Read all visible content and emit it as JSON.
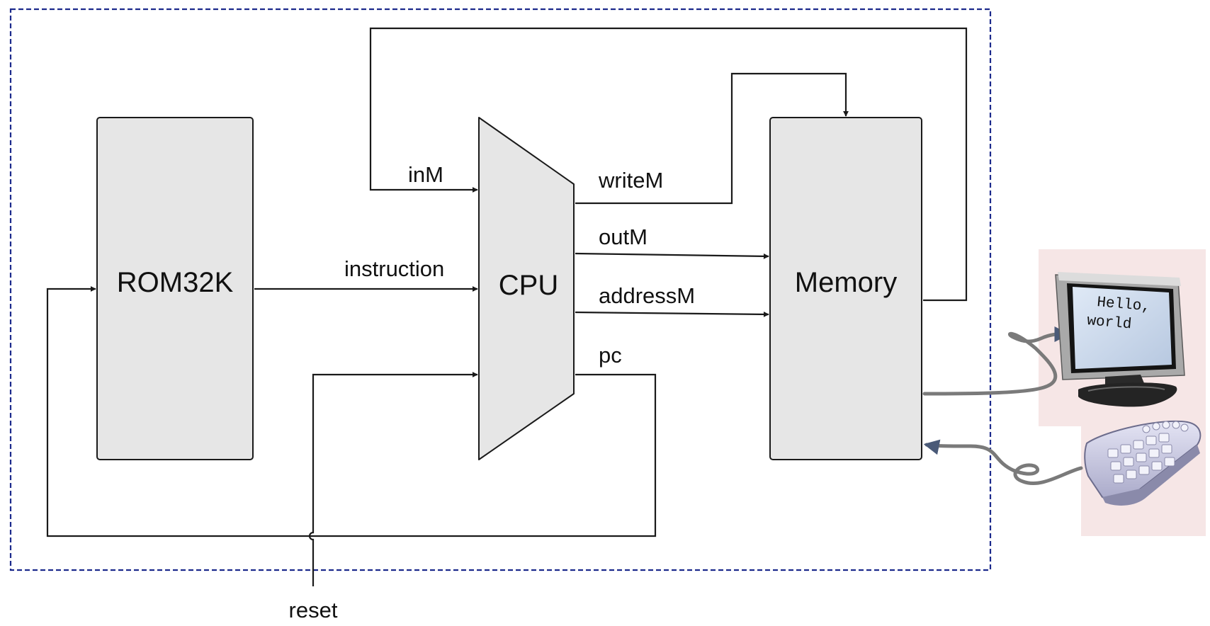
{
  "chips": {
    "rom": "ROM32K",
    "cpu": "CPU",
    "memory": "Memory"
  },
  "signals": {
    "inM": "inM",
    "instruction": "instruction",
    "writeM": "writeM",
    "outM": "outM",
    "addressM": "addressM",
    "pc": "pc",
    "reset": "reset"
  },
  "screen": {
    "line1": "Hello,",
    "line2": "world"
  },
  "colors": {
    "chip_fill": "#e6e6e6",
    "boundary": "#1c2a8c",
    "peripheral_bg": "#f6e6e6",
    "cable": "#7a7a7a"
  }
}
